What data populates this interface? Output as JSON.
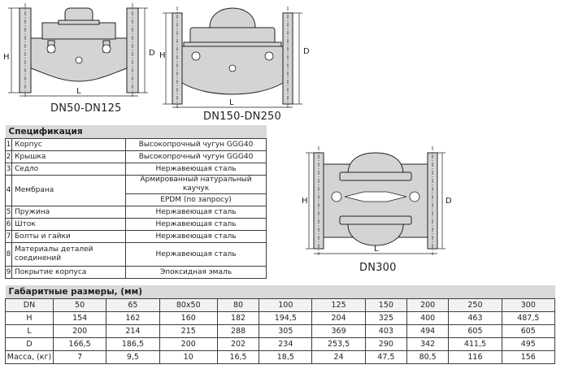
{
  "drawings": {
    "dn50_label": "DN50-DN125",
    "dn150_label": "DN150-DN250",
    "dn300_label": "DN300",
    "dim_h": "H",
    "dim_d": "D",
    "dim_l": "L"
  },
  "specification": {
    "title": "Спецификация",
    "rows": [
      {
        "num": "1",
        "name": "Корпус",
        "material": "Высокопрочный чугун GGG40"
      },
      {
        "num": "2",
        "name": "Крышка",
        "material": "Высокопрочный чугун GGG40"
      },
      {
        "num": "3",
        "name": "Седло",
        "material": "Нержавеющая сталь"
      },
      {
        "num": "4",
        "name": "Мембрана",
        "material": "Армированный натуральный каучук",
        "material2": "EPDM (по запросу)"
      },
      {
        "num": "5",
        "name": "Пружина",
        "material": "Нержавеющая сталь"
      },
      {
        "num": "6",
        "name": "Шток",
        "material": "Нержавеющая сталь"
      },
      {
        "num": "7",
        "name": "Болты и гайки",
        "material": "Нержавеющая сталь"
      },
      {
        "num": "8",
        "name": "Материалы деталей соединений",
        "material": "Нержавеющая сталь"
      },
      {
        "num": "9",
        "name": "Покрытие корпуса",
        "material": "Эпоксидная эмаль"
      }
    ]
  },
  "dimensions": {
    "title": "Габаритные размеры, (мм)",
    "header": [
      "DN",
      "50",
      "65",
      "80x50",
      "80",
      "100",
      "125",
      "150",
      "200",
      "250",
      "300"
    ],
    "rows": [
      [
        "H",
        "154",
        "162",
        "160",
        "182",
        "194,5",
        "204",
        "325",
        "400",
        "463",
        "487,5"
      ],
      [
        "L",
        "200",
        "214",
        "215",
        "288",
        "305",
        "369",
        "403",
        "494",
        "605",
        "605"
      ],
      [
        "D",
        "166,5",
        "186,5",
        "200",
        "202",
        "234",
        "253,5",
        "290",
        "342",
        "411,5",
        "495"
      ],
      [
        "Масса, (кг)",
        "7",
        "9,5",
        "10",
        "16,5",
        "18,5",
        "24",
        "47,5",
        "80,5",
        "116",
        "156"
      ]
    ]
  }
}
